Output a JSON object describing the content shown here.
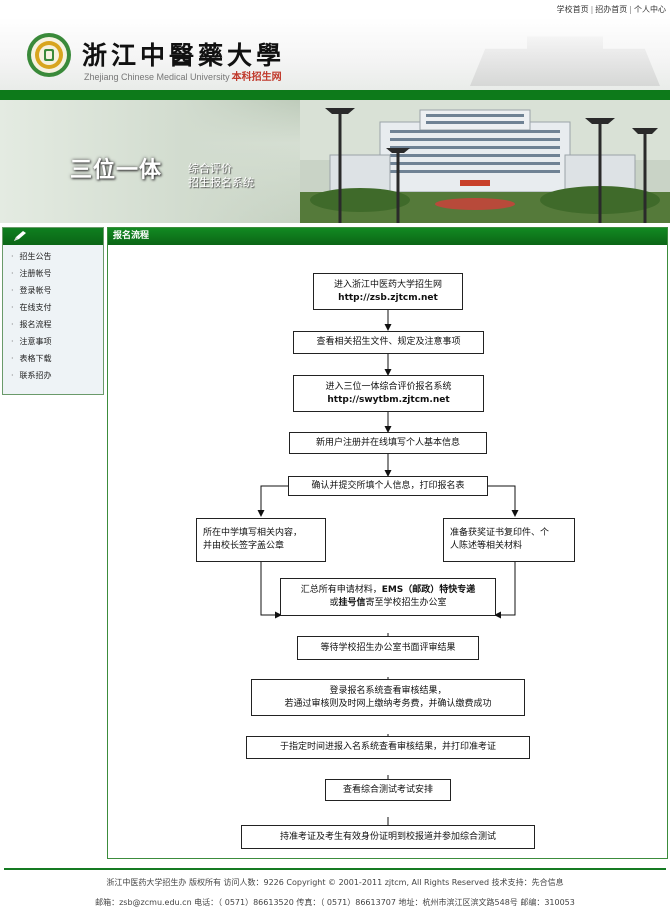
{
  "top_links": [
    "学校首页",
    "招办首页",
    "个人中心"
  ],
  "header": {
    "title_cn": "浙江中醫藥大學",
    "title_en": "Zhejiang Chinese Medical University",
    "subtitle": "本科招生网"
  },
  "banner": {
    "big_text": "三位一体",
    "line1": "综合评价",
    "line2": "招生报名系统"
  },
  "sidebar": {
    "items": [
      "招生公告",
      "注册帐号",
      "登录帐号",
      "在线支付",
      "报名流程",
      "注意事项",
      "表格下载",
      "联系招办"
    ]
  },
  "main": {
    "title": "报名流程",
    "steps": {
      "s1_line1": "进入浙江中医药大学招生网",
      "s1_line2": "http://zsb.zjtcm.net",
      "s2": "查看相关招生文件、规定及注意事项",
      "s3_line1": "进入三位一体综合评价报名系统",
      "s3_line2": "http://swytbm.zjtcm.net",
      "s4": "新用户注册并在线填写个人基本信息",
      "s5": "确认并提交所填个人信息，打印报名表",
      "s6a_line1": "所在中学填写相关内容，",
      "s6a_line2": "并由校长签字盖公章",
      "s6b_line1": "准备获奖证书复印件、个",
      "s6b_line2": "人陈述等相关材料",
      "s7_a": "汇总所有申请材料，",
      "s7_b": "EMS（邮政）特快专递",
      "s7_c": "或",
      "s7_d": "挂号信",
      "s7_e": "寄至学校招生办公室",
      "s8": "等待学校招生办公室书面评审结果",
      "s9_line1": "登录报名系统查看审核结果，",
      "s9_line2": "若通过审核则及时网上缴纳考务费，并确认缴费成功",
      "s10": "于指定时间进报入名系统查看审核结果，并打印准考证",
      "s11": "查看综合测试考试安排",
      "s12": "持准考证及考生有效身份证明到校报道并参加综合测试"
    }
  },
  "footer": {
    "line1": "浙江中医药大学招生办 版权所有 访问人数：9226 Copyright © 2001-2011 zjtcm, All Rights Reserved 技术支持：先合信息",
    "line2": "邮箱：zsb@zcmu.edu.cn 电话：（ 0571）86613520 传真：（ 0571）86613707 地址：杭州市滨江区滨文路548号 邮编：310053"
  },
  "colors": {
    "green": "#0b6e18",
    "footer_line": "#157a22"
  }
}
